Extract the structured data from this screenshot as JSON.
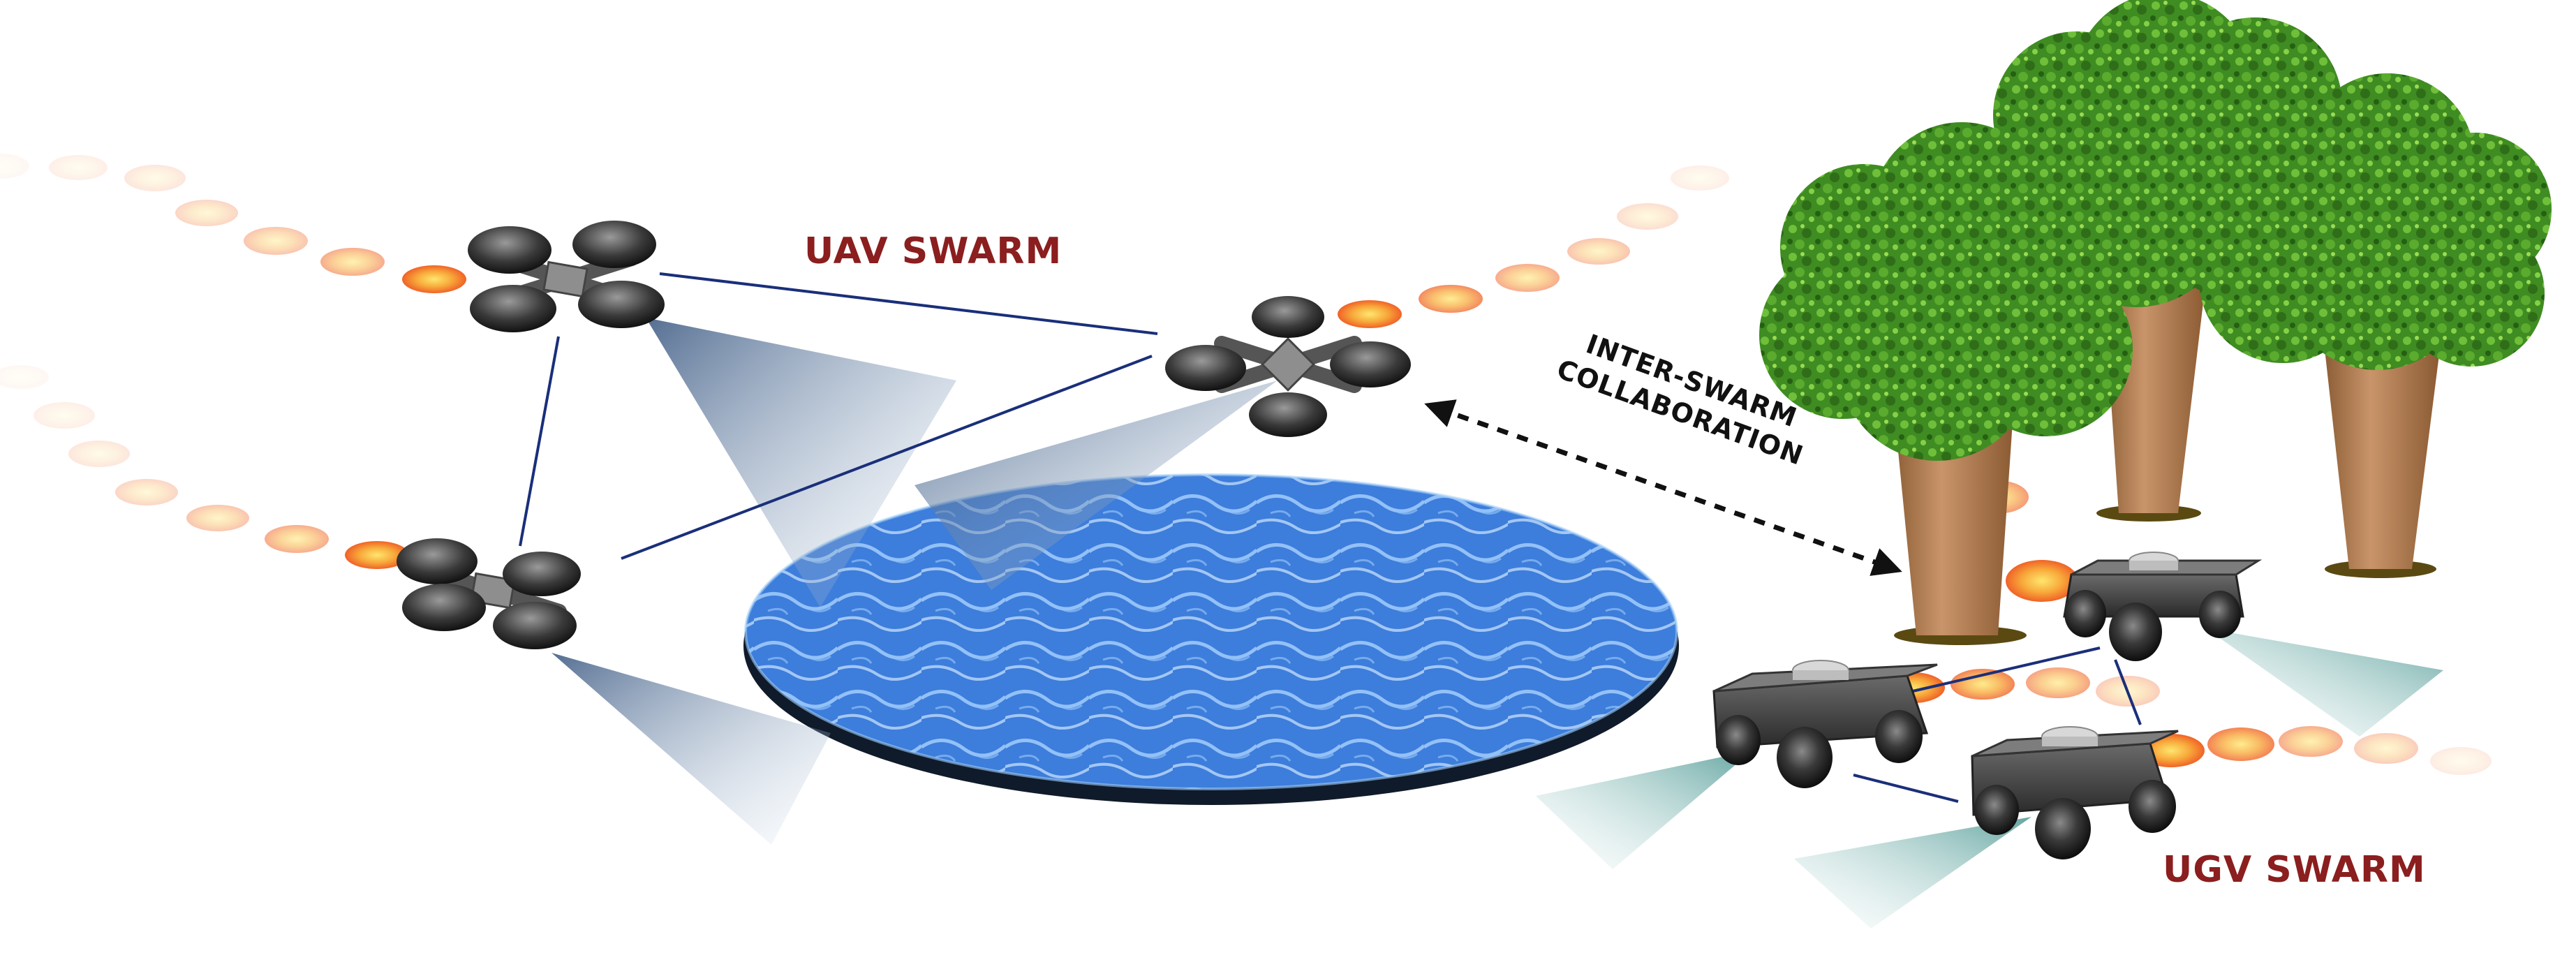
{
  "title": "UAV and UGV swarm collaboration",
  "labels": {
    "uav_swarm": "UAV SWARM",
    "inter_swarm_line1": "INTER-SWARM",
    "inter_swarm_line2": "COLLABORATION",
    "ugv_swarm": "UGV SWARM"
  },
  "colors": {
    "label_red": "#8b1e1e",
    "link_blue": "#1a2f7a",
    "water_blue": "#3a78d8",
    "foliage_green": "#3f8f22",
    "trunk_brown": "#b98658",
    "sensor_cone_blue": "#3b5f8f",
    "sensor_cone_teal": "#5faaa6",
    "trail_orange": "#f39a2c"
  },
  "elements": {
    "uav_count": 3,
    "ugv_count": 3,
    "tree_count": 3,
    "obstacle": "pond"
  }
}
